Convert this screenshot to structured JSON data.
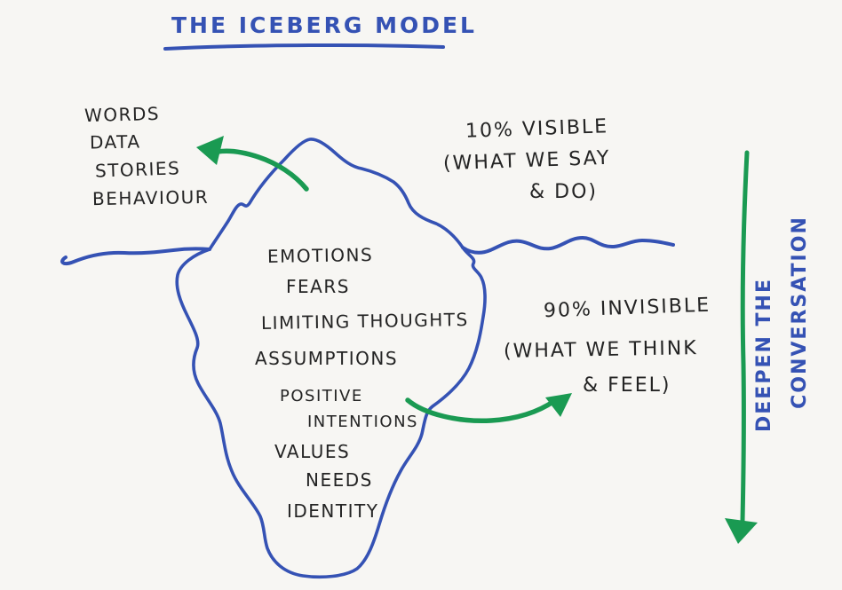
{
  "palette": {
    "background": "#f7f6f3",
    "blue": "#3552b4",
    "green": "#1a9a52",
    "black": "#242424"
  },
  "title": "THE ICEBERG MODEL",
  "surface_labels": [
    "WORDS",
    "DATA",
    "STORIES",
    "BEHAVIOUR"
  ],
  "visible_note": {
    "line1": "10% VISIBLE",
    "line2": "(WHAT WE SAY",
    "line3": "& DO)"
  },
  "invisible_note": {
    "line1": "90% INVISIBLE",
    "line2": "(WHAT WE THINK",
    "line3": "& FEEL)"
  },
  "iceberg_labels": [
    "EMOTIONS",
    "FEARS",
    "LIMITING THOUGHTS",
    "ASSUMPTIONS",
    "POSITIVE",
    "INTENTIONS",
    "VALUES",
    "NEEDS",
    "IDENTITY"
  ],
  "side_note": {
    "line1": "DEEPEN THE",
    "line2": "CONVERSATION"
  },
  "icons": {
    "iceberg_outline": "iceberg-outline",
    "waterline": "wavy-waterline",
    "arrow_to_surface": "curved-arrow-left",
    "arrow_to_depth": "curved-arrow-right",
    "deepen_arrow": "long-down-arrow"
  }
}
